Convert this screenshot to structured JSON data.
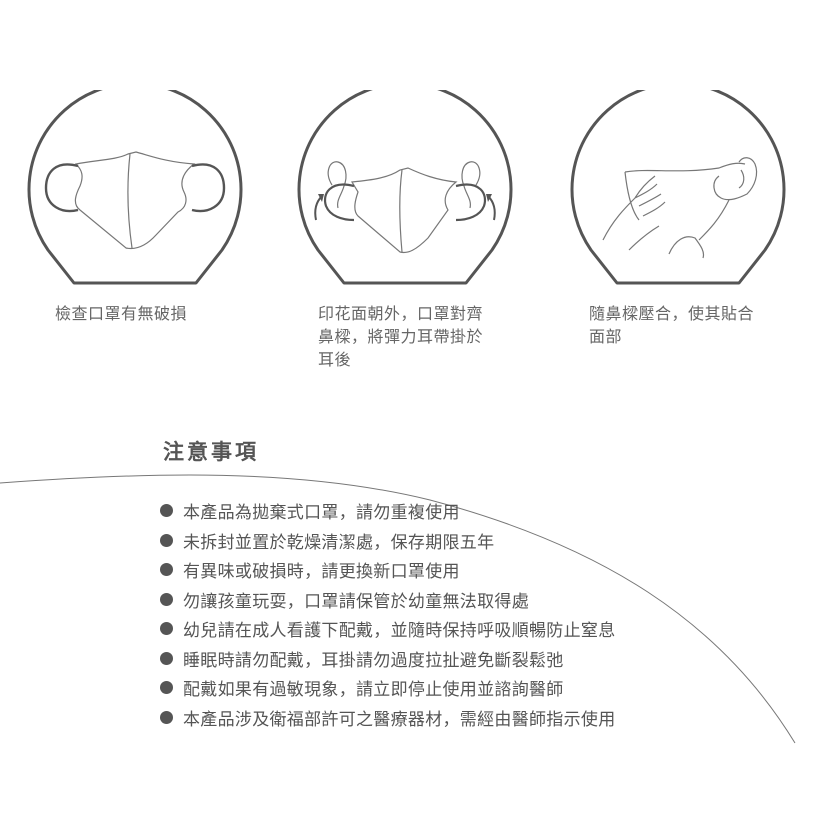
{
  "steps": [
    {
      "icon": "mask-inspect-icon",
      "caption_lines": [
        "檢查口罩有無破損"
      ]
    },
    {
      "icon": "mask-ear-loop-icon",
      "caption_lines": [
        "印花面朝外，口罩對齊",
        "鼻樑，將彈力耳帶掛於",
        "耳後"
      ]
    },
    {
      "icon": "mask-press-nose-icon",
      "caption_lines": [
        "隨鼻樑壓合，使其貼合",
        "面部"
      ]
    }
  ],
  "notice": {
    "title": "注意事項",
    "items": [
      "本產品為拋棄式口罩，請勿重複使用",
      "未拆封並置於乾燥清潔處，保存期限五年",
      "有異味或破損時，請更換新口罩使用",
      "勿讓孩童玩耍，口罩請保管於幼童無法取得處",
      "幼兒請在成人看護下配戴，並隨時保持呼吸順暢防止窒息",
      "睡眠時請勿配戴，耳掛請勿過度拉扯避免斷裂鬆弛",
      "配戴如果有過敏現象，請立即停止使用並諮詢醫師",
      "本產品涉及衛福部許可之醫療器材，需經由醫師指示使用"
    ]
  },
  "colors": {
    "line": "#555555",
    "text": "#555555",
    "caption": "#666666",
    "background": "#ffffff"
  }
}
